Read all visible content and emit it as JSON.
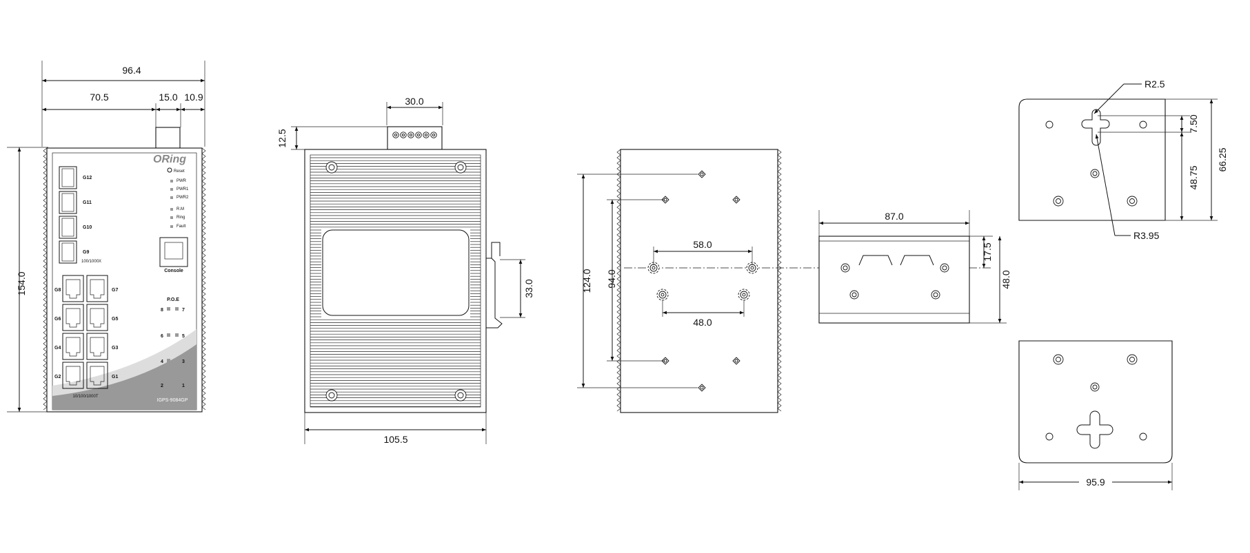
{
  "front": {
    "dims": {
      "total_width": "96.4",
      "body_width": "70.5",
      "connector_width": "15.0",
      "edge_width": "10.9",
      "height": "154.0"
    },
    "logo": "ORing",
    "reset": "Reset",
    "leds": [
      "PWR",
      "PWR1",
      "PWR2",
      "R.M",
      "Ring",
      "Fault"
    ],
    "sfp_ports": [
      "G12",
      "G11",
      "G10",
      "G9"
    ],
    "sfp_caption": "100/1000X",
    "console": "Console",
    "rj45_left": [
      "G8",
      "G6",
      "G4",
      "G2"
    ],
    "rj45_right": [
      "G7",
      "G5",
      "G3",
      "G1"
    ],
    "rj45_caption": "10/100/1000T",
    "poe_title": "P.O.E",
    "poe_rows": [
      [
        "8",
        "7"
      ],
      [
        "6",
        "5"
      ],
      [
        "4",
        "3"
      ],
      [
        "2",
        "1"
      ]
    ],
    "model": "IGPS-9084GP"
  },
  "side": {
    "dims": {
      "terminal_width": "30.0",
      "terminal_height": "12.5",
      "width": "105.5",
      "clip_height": "33.0"
    }
  },
  "rear": {
    "dims": {
      "outer_spacing": "124.0",
      "inner_spacing": "94.0",
      "top_holes": "58.0",
      "bottom_holes": "48.0"
    }
  },
  "din": {
    "dims": {
      "width": "87.0",
      "offset": "17.5",
      "height": "48.0"
    }
  },
  "bracket": {
    "dims": {
      "radius_small": "R2.5",
      "radius_large": "R3.95",
      "slot": "7.50",
      "center": "48.75",
      "height": "66.25",
      "width": "95.9"
    }
  }
}
